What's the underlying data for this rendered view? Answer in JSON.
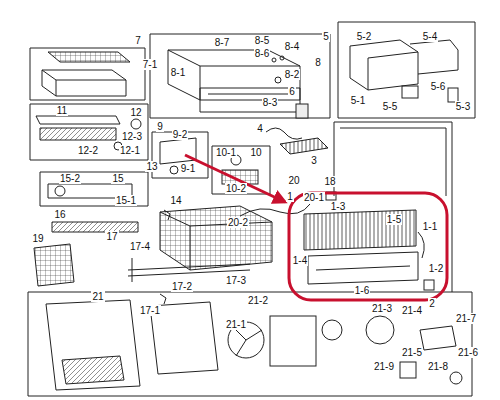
{
  "diagram": {
    "labels": [
      "7",
      "7-1",
      "8-7",
      "8-5",
      "8-6",
      "8-4",
      "8-1",
      "8-2",
      "8",
      "8-3",
      "5",
      "5-2",
      "5-4",
      "5-1",
      "5-5",
      "5-6",
      "5-3",
      "6",
      "4",
      "3",
      "11",
      "12",
      "12-2",
      "12-3",
      "12-1",
      "9",
      "9-2",
      "9-1",
      "10",
      "10-1",
      "10-2",
      "13",
      "15",
      "15-2",
      "15-1",
      "14",
      "20",
      "18",
      "20-1",
      "20-2",
      "16",
      "19",
      "17",
      "17-4",
      "17-3",
      "17-2",
      "17-1",
      "1",
      "1-3",
      "1-5",
      "1-1",
      "1-4",
      "1-6",
      "1-2",
      "2",
      "21",
      "21-2",
      "21-1",
      "21-3",
      "21-4",
      "21-7",
      "21-5",
      "21-6",
      "21-9",
      "21-8"
    ]
  }
}
